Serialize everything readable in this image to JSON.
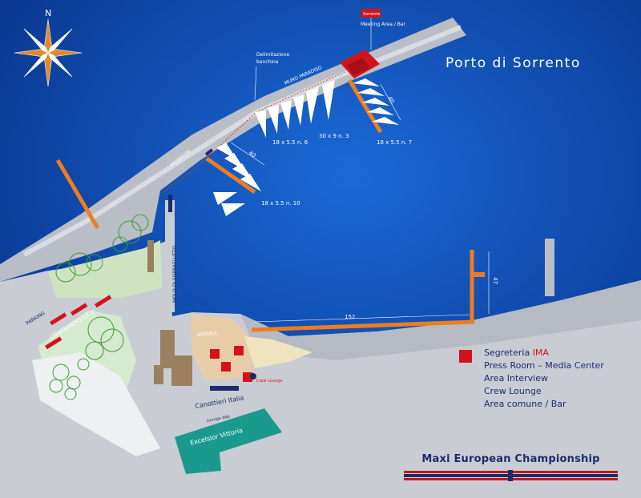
{
  "map_title": "Porto di Sorrento",
  "compass_label": "N",
  "labels": {
    "delimitazione": [
      "Delimitazione",
      "banchina"
    ],
    "muro_paradiso": "MURO PARADISO",
    "meeting_area": "Meeting Area / Bar",
    "meeting_flag": "Sorrento",
    "berth_6": "18 x 5.5 n. 6",
    "berth_3": "30 x 9 n. 3",
    "berth_7": "18 x 5.5 n. 7",
    "berth_10": "18 x 5.5 n. 10",
    "dim_40a": "40",
    "dim_40b": "40",
    "dim_152": "152",
    "dim_47": "47",
    "molo_sopraflutto": "MOLO DI SOPRAFLUTTO",
    "parking": "PARKING",
    "containers": "CONTAINERS 12 m",
    "arenile": "ARENILE",
    "crew_lounge": "Crew Lounge",
    "canottieri": "Canottieri Italia",
    "lounge_ima": "Lounge IMA",
    "excelsior": "Excelsior Vittoria",
    "quay_label": "ASCENSORE"
  },
  "legend": {
    "item_1": "Segreteria",
    "item_1_accent": "IMA",
    "item_2": "Press Room – Media Center",
    "item_3": "Area Interview",
    "item_4": "Crew Lounge",
    "item_5": "Area comune / Bar"
  },
  "championship": {
    "title": "Maxi European Championship"
  },
  "colors": {
    "sea": "#0b4aa8",
    "land": "#c9cdd3",
    "pier": "#ee7d1f",
    "poi": "#d3131a",
    "green": "#cfe3c0",
    "hotel": "#1a9a8c"
  }
}
